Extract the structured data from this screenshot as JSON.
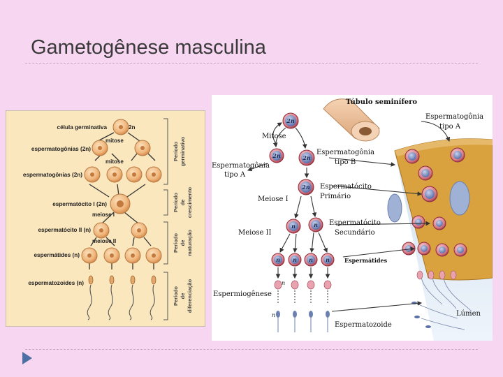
{
  "slide": {
    "title": "Gametogênese masculina"
  },
  "left_diagram": {
    "rows": [
      {
        "label": "célula germinativa",
        "ploidy": "2n"
      },
      {
        "label": "espermatogônias (2n)"
      },
      {
        "label": "espermatogônias (2n)"
      },
      {
        "label": "espermatócito I (2n)"
      },
      {
        "label": "espermatócito II (n)"
      },
      {
        "label": "espermátides (n)"
      },
      {
        "label": "espermatozoides (n)"
      }
    ],
    "processes": {
      "mitose1": "mitose",
      "mitose2": "mitose",
      "meiose1": "meiose I",
      "meiose2": "meiose II"
    },
    "periods": [
      {
        "l1": "Período",
        "l2": "germinativo"
      },
      {
        "l1": "Período",
        "l2": "de",
        "l3": "crescimento"
      },
      {
        "l1": "Período",
        "l2": "de",
        "l3": "maturação"
      },
      {
        "l1": "Período",
        "l2": "de",
        "l3": "diferenciação"
      }
    ]
  },
  "right_diagram": {
    "tubulo": "Túbulo seminífero",
    "ploidy_2n": "2n",
    "ploidy_n": "n",
    "mitose": "Mitose",
    "meiose1": "Meiose I",
    "meiose2": "Meiose II",
    "espermatogonia_a_l1": "Espermatogônia",
    "espermatogonia_a_l2": "tipo A",
    "espermatogonia_b_l1": "Espermatogônia",
    "espermatogonia_b_l2": "tipo B",
    "espermatocito_1_l1": "Espermatócito",
    "espermatocito_1_l2": "Primário",
    "espermatocito_2_l1": "Espermatócito",
    "espermatocito_2_l2": "Secundário",
    "espermatides": "Espermátides",
    "espermiogenese": "Espermiogênese",
    "espermatozoide": "Espermatozoide",
    "lumen": "Lúmen",
    "top_right_l1": "Espermatogônia",
    "top_right_l2": "tipo A"
  }
}
